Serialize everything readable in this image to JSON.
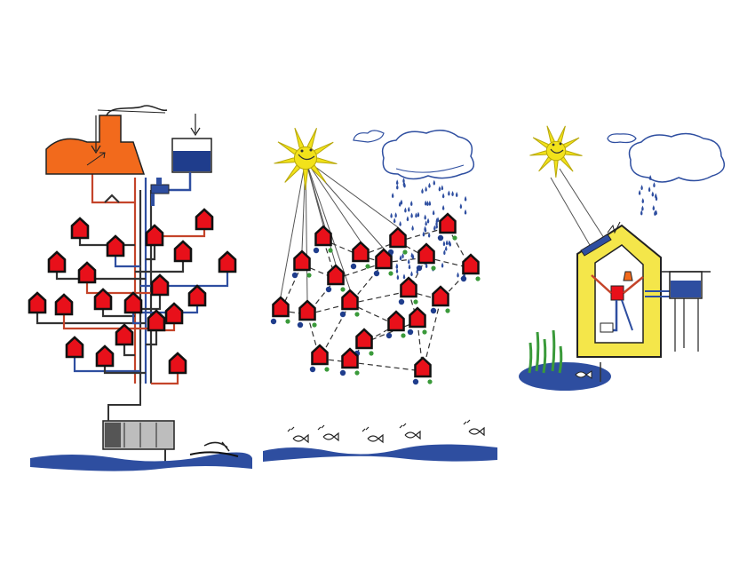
{
  "colors": {
    "house": "#e8101a",
    "house_outline": "#111111",
    "plant": "#f26a1c",
    "tank_water": "#1f3d8c",
    "water": "#2e4ea0",
    "sun": "#f2e21a",
    "pipe_red": "#c4442a",
    "pipe_blue": "#2e4ea0",
    "pipe_dark": "#333333",
    "yellow_wall": "#f4e64a",
    "plant_green": "#3a9a3a",
    "treatment": "#9a9a9a"
  },
  "panels": [
    {
      "name": "centralized-network",
      "icons": [
        "power-plant-icon",
        "water-tank-icon",
        "faucet-icon",
        "treatment-plant-icon",
        "river-icon"
      ]
    },
    {
      "name": "distributed-network",
      "icons": [
        "sun-icon",
        "rain-cloud-icon",
        "river-with-fish-icon"
      ]
    },
    {
      "name": "autonomous-house",
      "icons": [
        "sun-icon",
        "rain-cloud-icon",
        "solar-panel-icon",
        "rain-tank-icon",
        "pond-with-reeds-icon"
      ]
    }
  ]
}
